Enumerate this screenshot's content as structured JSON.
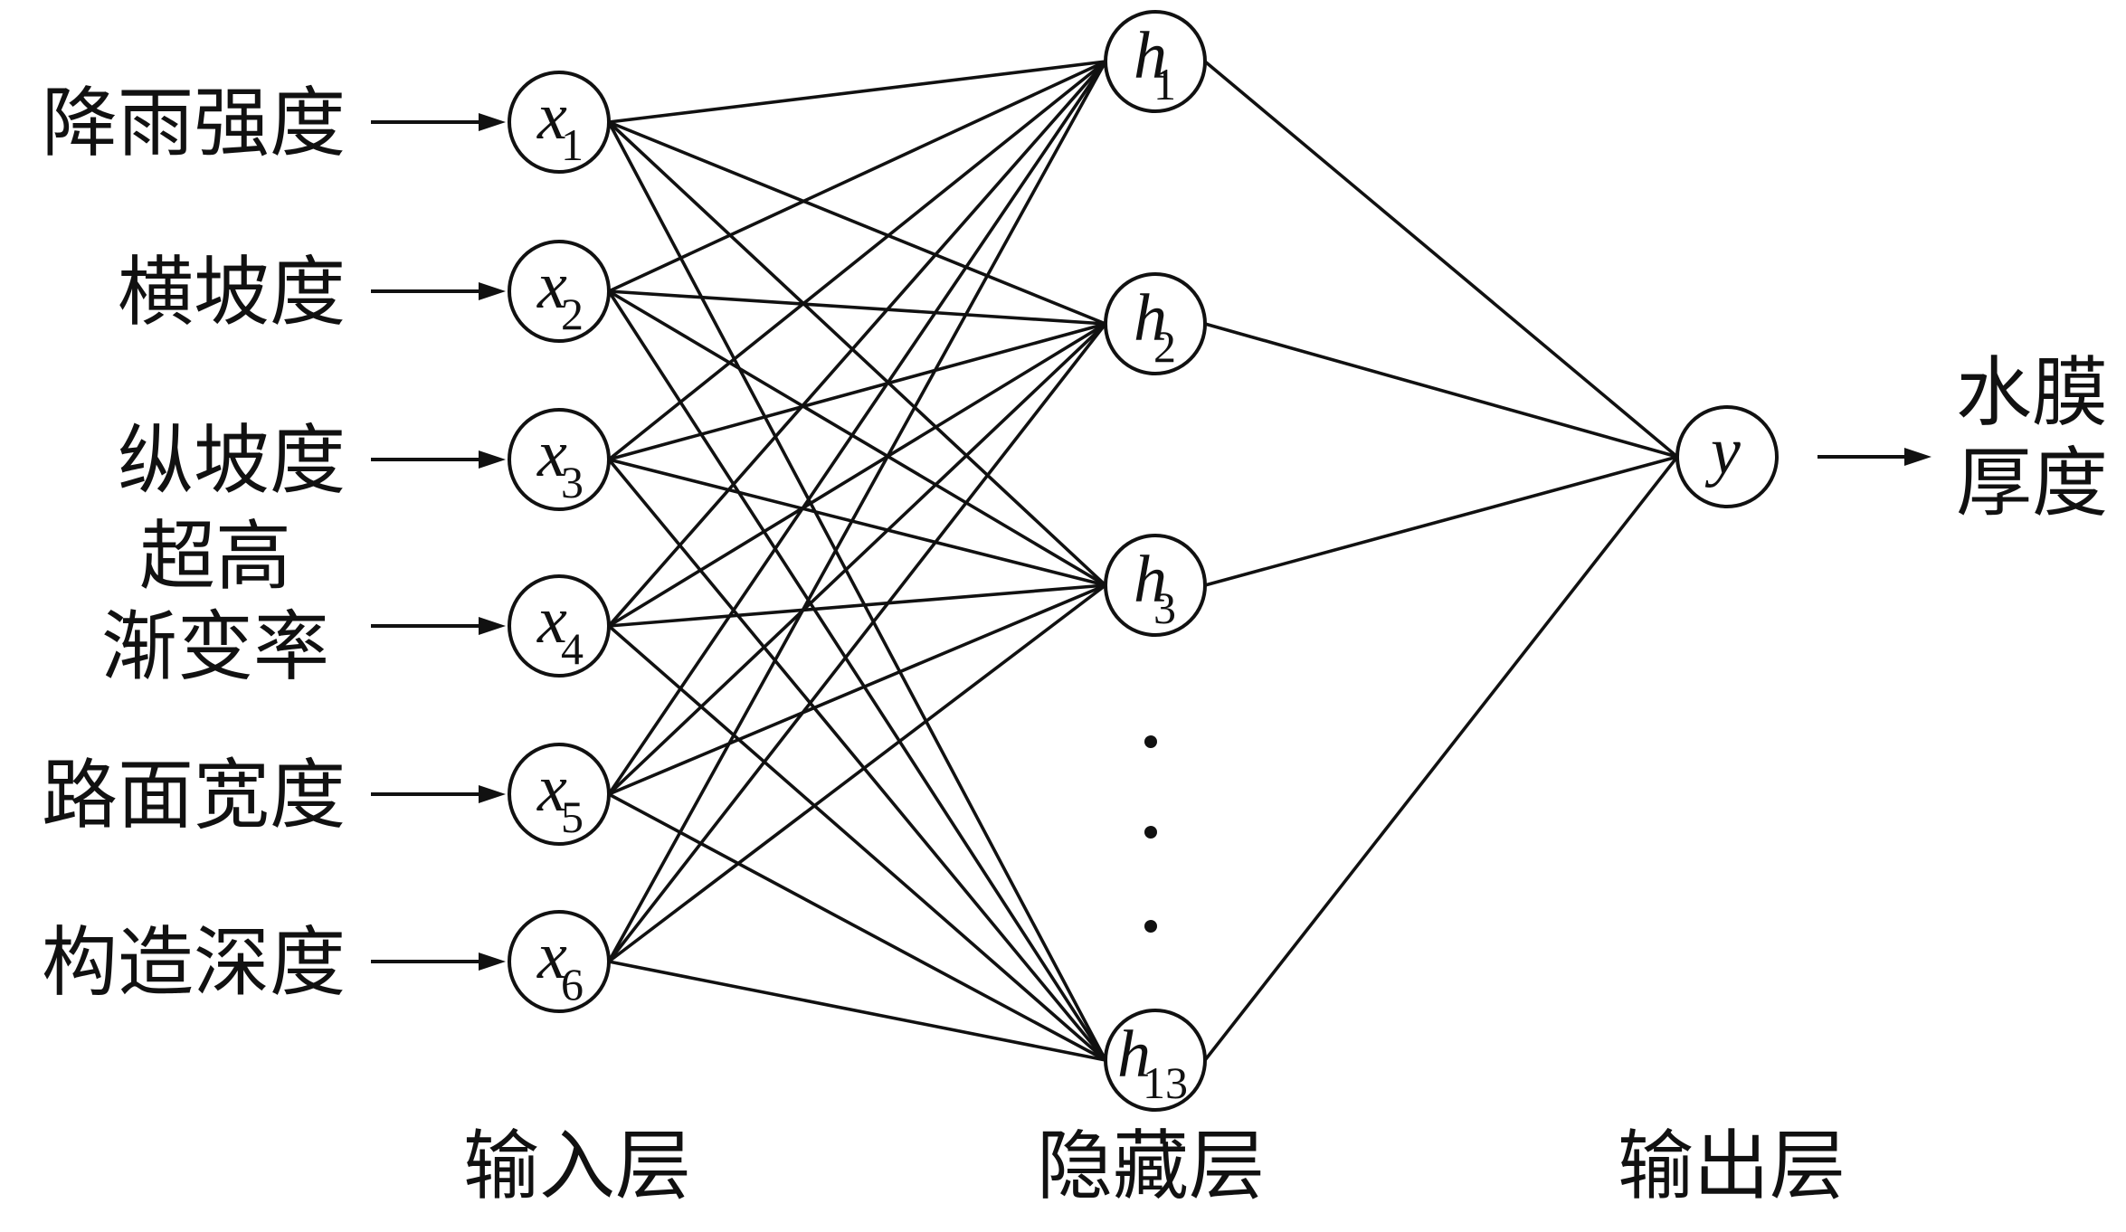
{
  "input_layer": {
    "label": "输入层",
    "nodes": [
      {
        "id": "x1",
        "var": "x",
        "sub": "1",
        "feature": [
          "降雨强度"
        ]
      },
      {
        "id": "x2",
        "var": "x",
        "sub": "2",
        "feature": [
          "横坡度"
        ]
      },
      {
        "id": "x3",
        "var": "x",
        "sub": "3",
        "feature": [
          "纵坡度"
        ]
      },
      {
        "id": "x4",
        "var": "x",
        "sub": "4",
        "feature": [
          "超高",
          "渐变率"
        ]
      },
      {
        "id": "x5",
        "var": "x",
        "sub": "5",
        "feature": [
          "路面宽度"
        ]
      },
      {
        "id": "x6",
        "var": "x",
        "sub": "6",
        "feature": [
          "构造深度"
        ]
      }
    ]
  },
  "hidden_layer": {
    "label": "隐藏层",
    "nodes": [
      {
        "id": "h1",
        "var": "h",
        "sub": "1"
      },
      {
        "id": "h2",
        "var": "h",
        "sub": "2"
      },
      {
        "id": "h3",
        "var": "h",
        "sub": "3"
      },
      {
        "id": "h13",
        "var": "h",
        "sub": "13"
      }
    ],
    "ellipsis": "⋮"
  },
  "output_layer": {
    "label": "输出层",
    "node": {
      "id": "y",
      "var": "y",
      "sub": ""
    },
    "result": [
      "水膜",
      "厚度"
    ]
  },
  "colors": {
    "line": "#111111",
    "background": "#ffffff"
  }
}
